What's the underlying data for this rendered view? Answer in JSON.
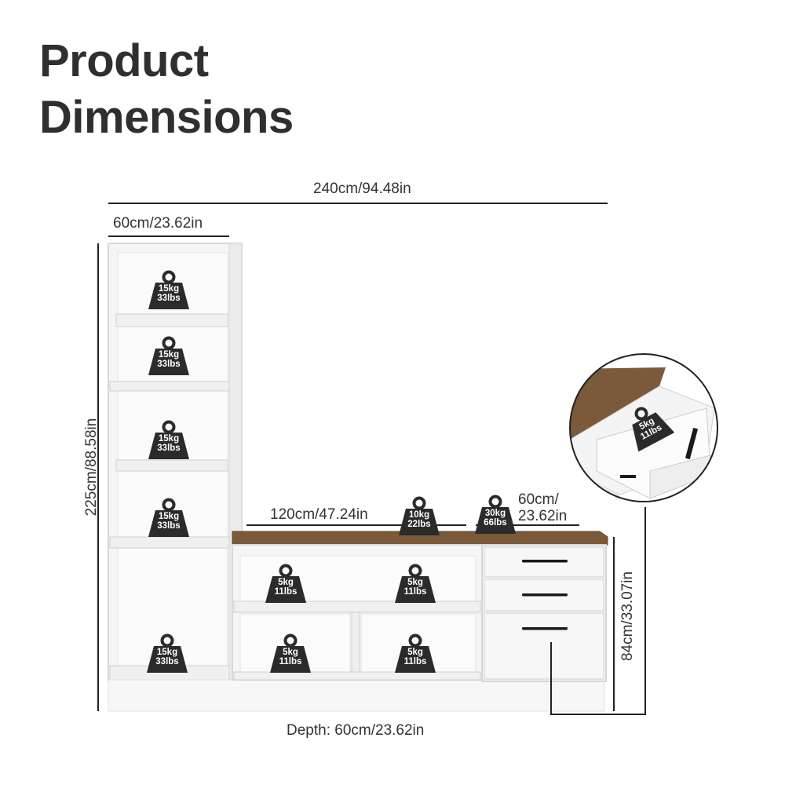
{
  "title": {
    "line1": "Product",
    "line2": "Dimensions"
  },
  "dimensions": {
    "total_width": "240cm/94.48in",
    "tower_width": "60cm/23.62in",
    "total_height": "225cm/88.58in",
    "open_unit_width": "120cm/47.24in",
    "drawer_unit_width_line1": "60cm/",
    "drawer_unit_width_line2": "23.62in",
    "base_height": "84cm/33.07in",
    "depth": "Depth: 60cm/23.62in"
  },
  "weights": {
    "tower_shelf_1": {
      "kg": "15kg",
      "lbs": "33lbs"
    },
    "tower_shelf_2": {
      "kg": "15kg",
      "lbs": "33lbs"
    },
    "tower_shelf_3": {
      "kg": "15kg",
      "lbs": "33lbs"
    },
    "tower_shelf_4": {
      "kg": "15kg",
      "lbs": "33lbs"
    },
    "tower_bottom": {
      "kg": "15kg",
      "lbs": "33lbs"
    },
    "open_unit_top": {
      "kg": "10kg",
      "lbs": "22lbs"
    },
    "drawer_unit_top": {
      "kg": "30kg",
      "lbs": "66lbs"
    },
    "cubby_top_left": {
      "kg": "5kg",
      "lbs": "11lbs"
    },
    "cubby_top_right": {
      "kg": "5kg",
      "lbs": "11lbs"
    },
    "cubby_bottom_left": {
      "kg": "5kg",
      "lbs": "11lbs"
    },
    "cubby_bottom_right": {
      "kg": "5kg",
      "lbs": "11lbs"
    },
    "drawer": {
      "kg": "5kg",
      "lbs": "11lbs"
    }
  },
  "colors": {
    "cabinet": "#f4f4f4",
    "edge": "#d6d6d6",
    "wood": "#7a5a3a",
    "weight_badge": "#2b2b2b",
    "handle": "#1a1a1a"
  }
}
